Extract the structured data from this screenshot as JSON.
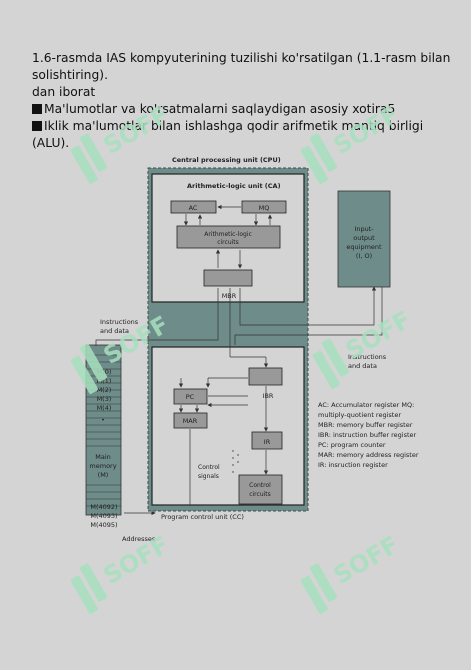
{
  "text": {
    "line1": "1.6-rasmda IAS kompyuterining tuzilishi ko'rsatilgan (1.1-rasm bilan",
    "line2": "solishtiring).",
    "line3": "dan iborat",
    "bullet1": "Ma'lumotlar va ko'rsatmalarni saqlaydigan asosiy xotira5",
    "bullet2": "Iklik ma'lumotlar bilan ishlashga qodir arifmetik mantiq birligi (ALU)."
  },
  "diagram": {
    "cpu_label": "Central processing unit (CPU)",
    "ca_label": "Arithmetic-logic unit (CA)",
    "ac": "AC",
    "mq": "MQ",
    "alc_line1": "Arithmetic-logic",
    "alc_line2": "circuits",
    "mbr": "MBR",
    "io_line1": "Input-",
    "io_line2": "output",
    "io_line3": "equipment",
    "io_line4": "(I, O)",
    "instr_data_left_1": "Instructions",
    "instr_data_left_2": "and data",
    "instr_data_right_1": "Instructions",
    "instr_data_right_2": "and data",
    "pc": "PC",
    "ibr": "IBR",
    "mar": "MAR",
    "ir": "IR",
    "control_signals_1": "Control",
    "control_signals_2": "signals",
    "control_circuits_1": "Control",
    "control_circuits_2": "circuits",
    "cc_label": "Program control unit (CC)",
    "memory_cells": [
      "M(0)",
      "M(1)",
      "M(2)",
      "M(3)",
      "M(4)"
    ],
    "memory_dot": "•",
    "main_memory_1": "Main",
    "main_memory_2": "memory",
    "main_memory_3": "(M)",
    "memory_bottom": [
      "M(4092)",
      "M(4093)",
      "M(4095)"
    ],
    "addresses": "Addresses",
    "legend": [
      "AC: Accumulator  register MQ:",
      "multiply-quotient register",
      "MBR: memory buffer register",
      "IBR: instruction buffer register",
      "PC: program counter",
      "MAR: memory address register",
      "IR: insruction register"
    ]
  },
  "colors": {
    "teal": "#6e8c89",
    "watermark": "#a8e0bf"
  }
}
